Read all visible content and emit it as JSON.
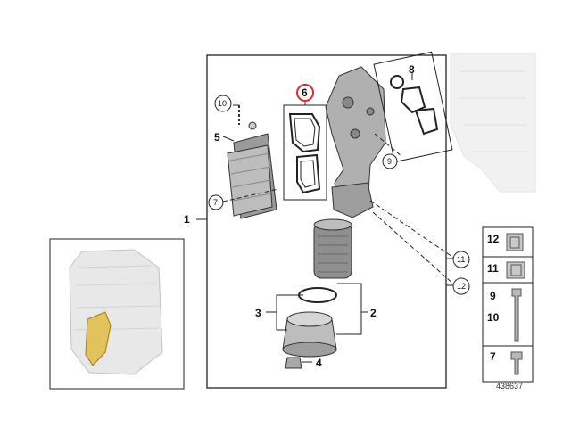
{
  "diagram": {
    "callouts": [
      {
        "num": "1"
      },
      {
        "num": "2"
      },
      {
        "num": "3"
      },
      {
        "num": "4"
      },
      {
        "num": "5"
      },
      {
        "num": "6"
      },
      {
        "num": "7"
      },
      {
        "num": "8"
      },
      {
        "num": "9"
      },
      {
        "num": "10"
      },
      {
        "num": "11"
      },
      {
        "num": "12"
      }
    ],
    "legend": [
      {
        "num": "12"
      },
      {
        "num": "11"
      },
      {
        "num": "9"
      },
      {
        "num": "10"
      },
      {
        "num": "7"
      }
    ],
    "image_id": "438637",
    "highlight_color": "#d32f2f"
  }
}
